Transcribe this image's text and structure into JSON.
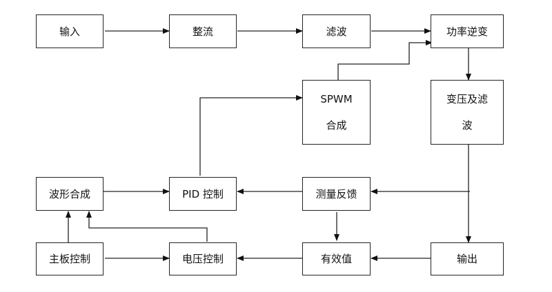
{
  "diagram": {
    "nodes": {
      "input": "输入",
      "rectify": "整流",
      "filter": "滤波",
      "inverter": "功率逆变",
      "spwm_line1": "SPWM",
      "spwm_line2": "合成",
      "transformer_line1": "变压及滤",
      "transformer_line2": "波",
      "waveform": "波形合成",
      "pid": "PID 控制",
      "feedback": "测量反馈",
      "mainboard": "主板控制",
      "voltage": "电压控制",
      "rms": "有效值",
      "output": "输出"
    },
    "edges": [
      {
        "from": "输入",
        "to": "整流"
      },
      {
        "from": "整流",
        "to": "滤波"
      },
      {
        "from": "滤波",
        "to": "功率逆变"
      },
      {
        "from": "SPWM合成",
        "to": "功率逆变"
      },
      {
        "from": "功率逆变",
        "to": "变压及滤波"
      },
      {
        "from": "变压及滤波",
        "to": "输出"
      },
      {
        "from": "变压及滤波",
        "to": "测量反馈"
      },
      {
        "from": "PID 控制",
        "to": "SPWM合成"
      },
      {
        "from": "波形合成",
        "to": "PID 控制"
      },
      {
        "from": "测量反馈",
        "to": "PID 控制"
      },
      {
        "from": "测量反馈",
        "to": "有效值"
      },
      {
        "from": "输出",
        "to": "有效值"
      },
      {
        "from": "有效值",
        "to": "电压控制"
      },
      {
        "from": "主板控制",
        "to": "电压控制"
      },
      {
        "from": "主板控制",
        "to": "波形合成"
      },
      {
        "from": "电压控制",
        "to": "波形合成"
      }
    ]
  }
}
